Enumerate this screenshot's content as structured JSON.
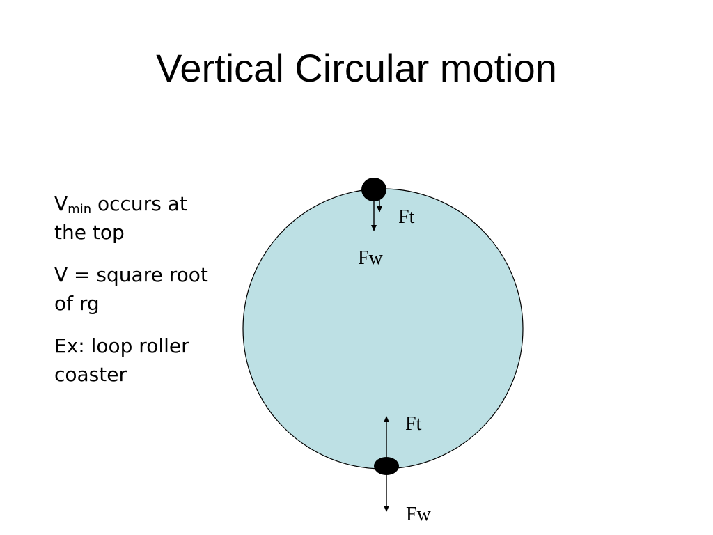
{
  "slide": {
    "title": "Vertical Circular motion",
    "bullets": {
      "b1_main": "V",
      "b1_sub": "min",
      "b1_rest": " occurs at the top",
      "b2": "V = square root of rg",
      "b3": "Ex: loop roller coaster"
    }
  },
  "diagram": {
    "labels": {
      "top_tension": "Ft",
      "top_weight": "Fw",
      "bottom_tension": "Ft",
      "bottom_weight": "Fw"
    },
    "colors": {
      "circle_fill": "#bde0e4",
      "stroke": "#000000",
      "mass": "#000000"
    }
  }
}
